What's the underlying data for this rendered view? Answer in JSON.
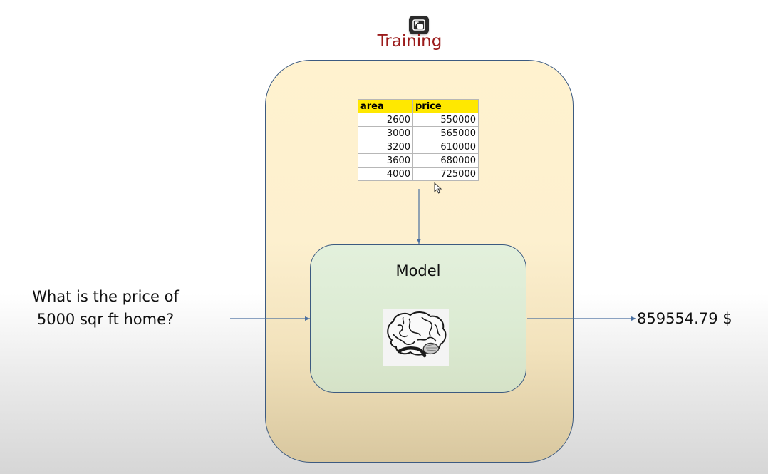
{
  "slide": {
    "title": "Training",
    "model_label": "Model",
    "question": "What is the price of 5000 sqr ft home?",
    "answer": "859554.79 $"
  },
  "table": {
    "headers": [
      "area",
      "price"
    ],
    "rows": [
      [
        "2600",
        "550000"
      ],
      [
        "3000",
        "565000"
      ],
      [
        "3200",
        "610000"
      ],
      [
        "3600",
        "680000"
      ],
      [
        "4000",
        "725000"
      ]
    ]
  },
  "icons": {
    "top": "exit-picture-in-picture-icon",
    "model": "brain-icon",
    "cursor": "mouse-pointer-icon"
  },
  "colors": {
    "title": "#9b1b1b",
    "training_box": "#fdf0cf",
    "model_box": "#dcebd3",
    "table_header": "#ffe800",
    "arrow": "#4a6fa0"
  }
}
